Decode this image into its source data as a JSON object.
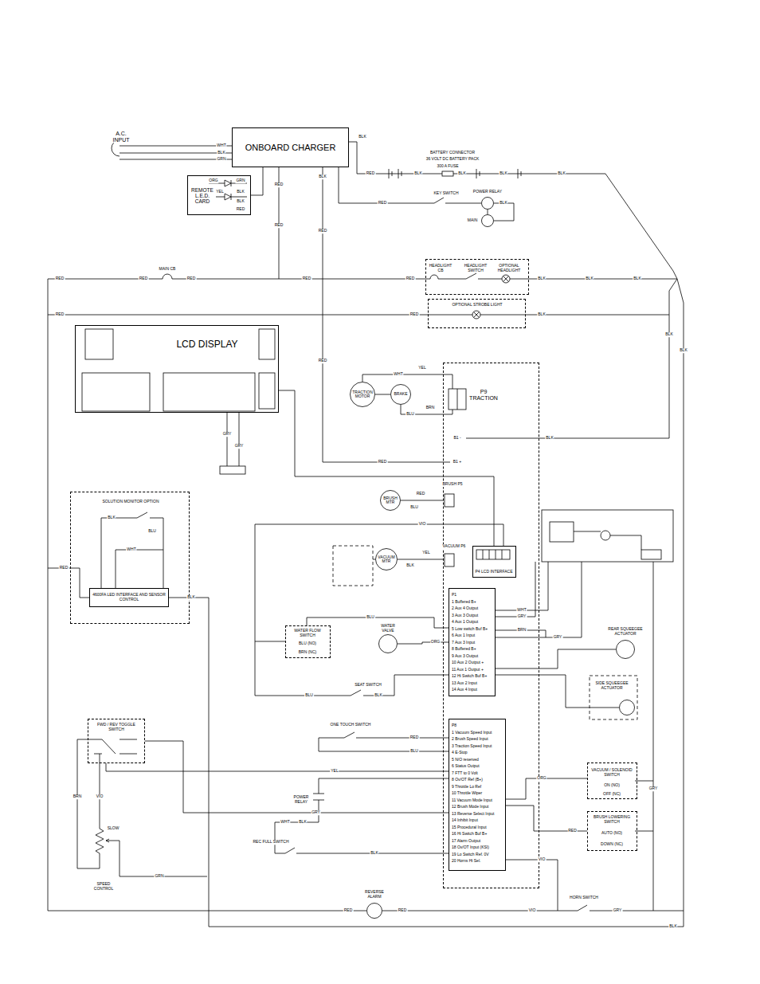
{
  "diagram": {
    "nodes": [
      {
        "text": [
          "ONBOARD CHARGER"
        ]
      },
      {
        "text": [
          "REMOTE L.E.D. CARD"
        ]
      },
      {
        "text": [
          "POWER RELAY"
        ]
      },
      {
        "text": [
          "MAIN"
        ]
      },
      {
        "text": [
          "HEADLIGHT CB",
          "HEADLIGHT SWITCH",
          "OPTIONAL HEADLIGHT"
        ]
      },
      {
        "text": [
          "OPTIONAL STROBE LIGHT"
        ]
      },
      {
        "text": [
          "LCD DISPLAY"
        ]
      },
      {
        "text": [
          "TRACTION MOTOR"
        ]
      },
      {
        "text": [
          "BRAKE"
        ]
      },
      {
        "text": [
          "P9 TRACTION"
        ]
      },
      {
        "text": [
          "BRUSH MTR"
        ]
      },
      {
        "text": [
          "SOLUTION MONITOR OPTION"
        ]
      },
      {
        "text": [
          "4600FA LED INTERFACE AND SENSOR CONTROL"
        ],
        "in": 11
      },
      {
        "text": [
          "VACUUM MTR"
        ]
      },
      {
        "text": [
          "P4 LCD INTERFACE"
        ],
        "in": 9
      },
      {
        "text": [
          "P1",
          "1 Buffered B+",
          "2 Aux 4 Output",
          "3 Aux 3 Output",
          "4 Aux 1 Output",
          "5 Low switch Buf B+",
          "6 Aux 1 Input",
          "7 Aux 3 Input",
          "8 Buffered B+",
          "9 Aux 3 Output",
          "10 Aux 2 Output +",
          "11 Aux 1 Output +",
          "12 Hi Switch Buf B+",
          "13 Aux 2 Input",
          "14 Aux 4 Input"
        ],
        "in": 9
      },
      {
        "text": [
          "WATER FLOW SWITCH",
          "BLU (NO)",
          "BRN (NC)"
        ]
      },
      {
        "text": [
          "WATER VALVE"
        ]
      },
      {
        "text": [
          "REAR SQUEEGEE ACTUATOR"
        ]
      },
      {
        "text": [
          "SIDE SQUEEGEE ACTUATOR"
        ]
      },
      {
        "text": [
          "P8",
          "1 Vacuum Speed Input",
          "2 Brush Speed Input",
          "3 Traction Speed Input",
          "4 E-Stop",
          "5 N/O reserved",
          "6 Status Output",
          "7 FTT to 0 Volt",
          "8 Ov/OT Ref (B+)",
          "9 Throttle Lo Ref",
          "10 Throttle Wiper",
          "11 Vacuum Mode Input",
          "12 Brush Mode Input",
          "13 Reverse Select Input",
          "14 Inhibit Input",
          "15 Procedural Input",
          "16 Hi Switch Buf B+",
          "17 Alarm Output",
          "18 Ov/OT Input (KSI)",
          "19 Lo Switch Ref. 0V",
          "20 Horns Hi Sel."
        ],
        "in": 9
      },
      {
        "text": [
          "FWD / REV TOGGLE SWITCH"
        ]
      },
      {
        "text": [
          "VACUUM / SOLENOID SWITCH",
          "ON (NO)",
          "OFF (NC)"
        ]
      },
      {
        "text": [
          "BRUSH LOWERING SWITCH",
          "AUTO (NO)",
          "DOWN (NC)"
        ]
      },
      {
        "text": [
          "REVERSE ALARM"
        ]
      }
    ],
    "edges": [
      {
        "from": 0,
        "to": 1,
        "arrow": "none"
      },
      {
        "from": 2,
        "to": 3,
        "arrow": "none"
      },
      {
        "from": 7,
        "to": 9,
        "arrow": "none"
      },
      {
        "from": 8,
        "to": 9,
        "arrow": "none"
      },
      {
        "from": 10,
        "to": 9,
        "arrow": "none"
      },
      {
        "from": 13,
        "to": 9,
        "arrow": "none"
      },
      {
        "from": 6,
        "to": 14,
        "arrow": "none"
      },
      {
        "from": 16,
        "to": 15,
        "label": "BLU",
        "arrow": "none"
      },
      {
        "from": 17,
        "to": 15,
        "label": "ORG",
        "arrow": "none"
      },
      {
        "from": 18,
        "to": 15,
        "arrow": "none"
      },
      {
        "from": 19,
        "to": 15,
        "arrow": "none"
      },
      {
        "from": 21,
        "to": 20,
        "label": "GRY",
        "arrow": "none"
      },
      {
        "from": 22,
        "to": 20,
        "label": "ORG",
        "arrow": "none"
      },
      {
        "from": 23,
        "to": 20,
        "label": "RED",
        "arrow": "none"
      }
    ],
    "labels": [
      "A.C. INPUT",
      "WHT",
      "BLK",
      "GRN",
      "BLK",
      "BATTERY CONNECTOR",
      "36 VOLT DC BATTERY PACK",
      "300 A FUSE",
      "RED",
      "BLK",
      "BLK",
      "BLK",
      "BLK",
      "ORG",
      "GRN",
      "YEL",
      "BLK",
      "BLK",
      "RED",
      "RED",
      "BLK",
      "KEY SWITCH",
      "RED",
      "BLK",
      "RED",
      "RED",
      "MAIN CB",
      "RED",
      "RED",
      "RED",
      "RED",
      "RED",
      "BLK",
      "BLK",
      "BLK",
      "RED",
      "RED",
      "BLK",
      "BLK",
      "BLK",
      "RED",
      "WHT",
      "YEL",
      "BLU",
      "BRN",
      "B1 -",
      "BLK",
      "B1 +",
      "RED",
      "GRY",
      "GRY",
      "BRUSH P5",
      "RED",
      "BLU",
      "VIO",
      "VACUUM P6",
      "YEL",
      "BLK",
      "RED",
      "BLK",
      "BLK",
      "BLU",
      "WHT",
      "WHT",
      "GRY",
      "BRN",
      "GRY",
      "SEAT SWITCH",
      "BLU",
      "BLK",
      "ONE TOUCH SWITCH",
      "RED",
      "BLU",
      "YEL",
      "POWER RELAY",
      "WHT",
      "BLK",
      "REC FULL SWITCH",
      "BLK",
      "BRN",
      "VIO",
      "SLOW",
      "SPEED CONTROL",
      "GRN",
      "RED",
      "RED",
      "VIO",
      "HORN SWITCH",
      "GRY",
      "BLK",
      "VIO",
      "GRY"
    ]
  }
}
